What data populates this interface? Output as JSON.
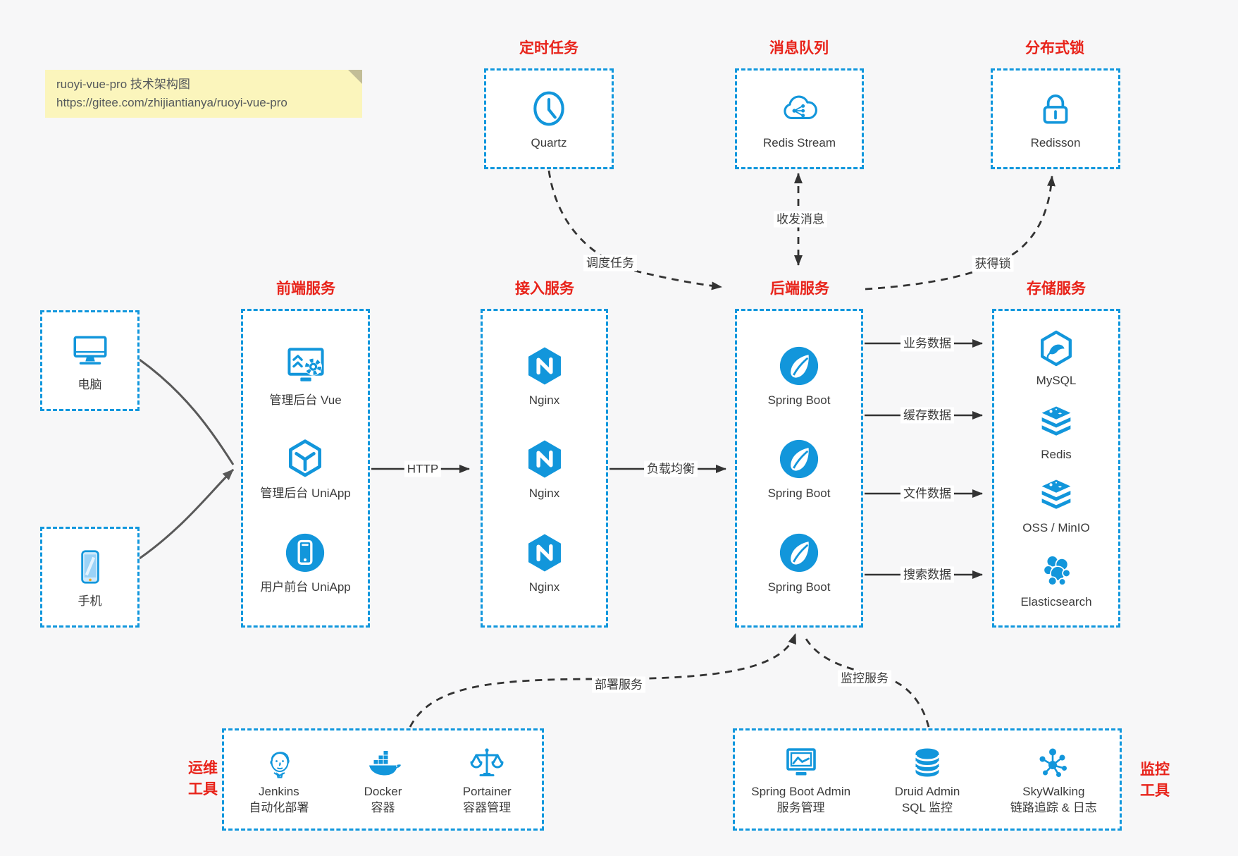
{
  "note": {
    "line1": "ruoyi-vue-pro 技术架构图",
    "line2": "https://gitee.com/zhijiantianya/ruoyi-vue-pro"
  },
  "top_groups": [
    {
      "title": "定时任务",
      "item": {
        "icon": "clock-icon",
        "label": "Quartz"
      }
    },
    {
      "title": "消息队列",
      "item": {
        "icon": "cloud-stream-icon",
        "label": "Redis Stream"
      }
    },
    {
      "title": "分布式锁",
      "item": {
        "icon": "lock-icon",
        "label": "Redisson"
      }
    }
  ],
  "clients": [
    {
      "icon": "desktop-icon",
      "label": "电脑"
    },
    {
      "icon": "mobile-icon",
      "label": "手机"
    }
  ],
  "columns": [
    {
      "title": "前端服务",
      "items": [
        {
          "icon": "admin-vue-icon",
          "label": "管理后台 Vue"
        },
        {
          "icon": "uniapp-cube-icon",
          "label": "管理后台 UniApp"
        },
        {
          "icon": "user-app-icon",
          "label": "用户前台 UniApp"
        }
      ]
    },
    {
      "title": "接入服务",
      "items": [
        {
          "icon": "nginx-icon",
          "label": "Nginx"
        },
        {
          "icon": "nginx-icon",
          "label": "Nginx"
        },
        {
          "icon": "nginx-icon",
          "label": "Nginx"
        }
      ]
    },
    {
      "title": "后端服务",
      "items": [
        {
          "icon": "spring-boot-icon",
          "label": "Spring Boot"
        },
        {
          "icon": "spring-boot-icon",
          "label": "Spring Boot"
        },
        {
          "icon": "spring-boot-icon",
          "label": "Spring Boot"
        }
      ]
    },
    {
      "title": "存储服务",
      "items": [
        {
          "icon": "mysql-icon",
          "label": "MySQL"
        },
        {
          "icon": "redis-icon",
          "label": "Redis"
        },
        {
          "icon": "storage-stack-icon",
          "label": "OSS / MinIO"
        },
        {
          "icon": "elasticsearch-icon",
          "label": "Elasticsearch"
        }
      ]
    }
  ],
  "edges": {
    "http": "HTTP",
    "load_balance": "负载均衡",
    "schedule": "调度任务",
    "messages": "收发消息",
    "lock": "获得锁",
    "business_data": "业务数据",
    "cache_data": "缓存数据",
    "file_data": "文件数据",
    "search_data": "搜索数据",
    "deploy": "部署服务",
    "monitor": "监控服务"
  },
  "bottom_groups": [
    {
      "side_label_line1": "运维",
      "side_label_line2": "工具",
      "items": [
        {
          "icon": "jenkins-icon",
          "label": "Jenkins",
          "sublabel": "自动化部署"
        },
        {
          "icon": "docker-icon",
          "label": "Docker",
          "sublabel": "容器"
        },
        {
          "icon": "portainer-icon",
          "label": "Portainer",
          "sublabel": "容器管理"
        }
      ]
    },
    {
      "side_label_line1": "监控",
      "side_label_line2": "工具",
      "items": [
        {
          "icon": "spring-boot-admin-icon",
          "label": "Spring Boot Admin",
          "sublabel": "服务管理"
        },
        {
          "icon": "druid-icon",
          "label": "Druid Admin",
          "sublabel": "SQL 监控"
        },
        {
          "icon": "skywalking-icon",
          "label": "SkyWalking",
          "sublabel": "链路追踪 & 日志"
        }
      ]
    }
  ],
  "colors": {
    "accent": "#1296db",
    "dashed_border": "#1197dd",
    "danger_red": "#e8231a",
    "arrow_black": "#333333",
    "arrow_gray": "#595959",
    "note_bg": "#fbf5bc",
    "page_bg": "#f7f7f8"
  }
}
